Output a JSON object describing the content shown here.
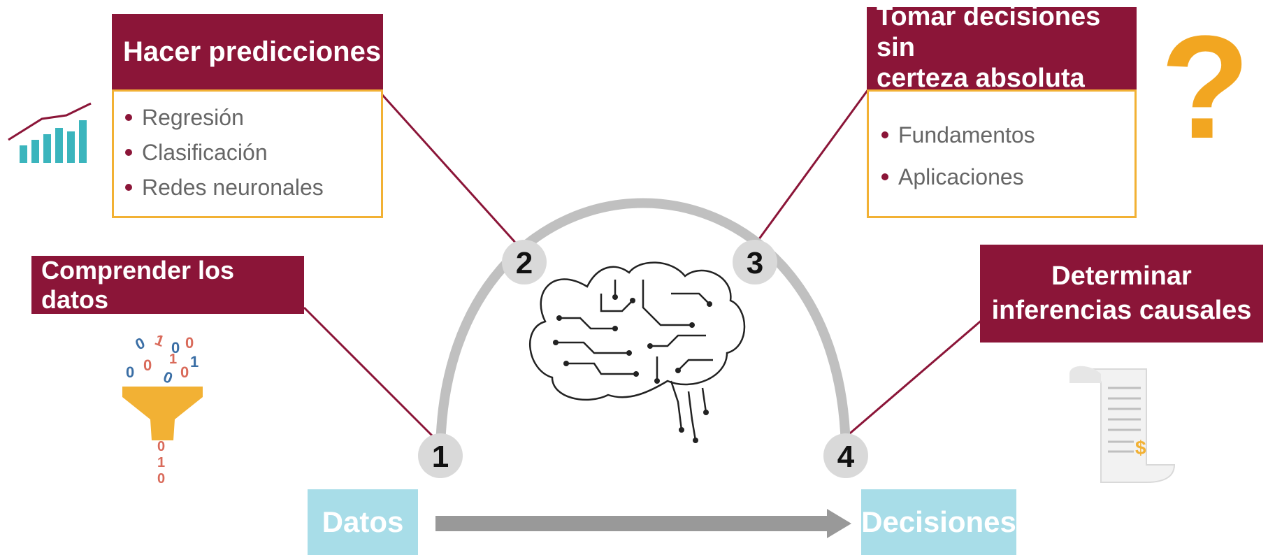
{
  "steps": {
    "s1": {
      "number": "1",
      "title": "Comprender los datos"
    },
    "s2": {
      "number": "2",
      "title": "Hacer predicciones",
      "items": [
        "Regresión",
        "Clasificación",
        "Redes neuronales"
      ]
    },
    "s3": {
      "number": "3",
      "title_line1": "Tomar decisiones sin",
      "title_line2": "certeza absoluta",
      "items": [
        "Fundamentos",
        "Aplicaciones"
      ]
    },
    "s4": {
      "number": "4",
      "title_line1": "Determinar",
      "title_line2": "inferencias causales"
    }
  },
  "flow": {
    "start": "Datos",
    "end": "Decisiones"
  },
  "icons": {
    "question_mark": "?",
    "funnel_digits": [
      "0",
      "1",
      "0",
      "0",
      "1",
      "0",
      "0",
      "0",
      "1",
      "0"
    ],
    "receipt_symbol": "$"
  },
  "colors": {
    "header_bg": "#8b1538",
    "box_border": "#f2b134",
    "pill_bg": "#a8dde8",
    "arc": "#c0c0c0",
    "chart_icon": "#3bb5bd",
    "question": "#f2a621"
  }
}
